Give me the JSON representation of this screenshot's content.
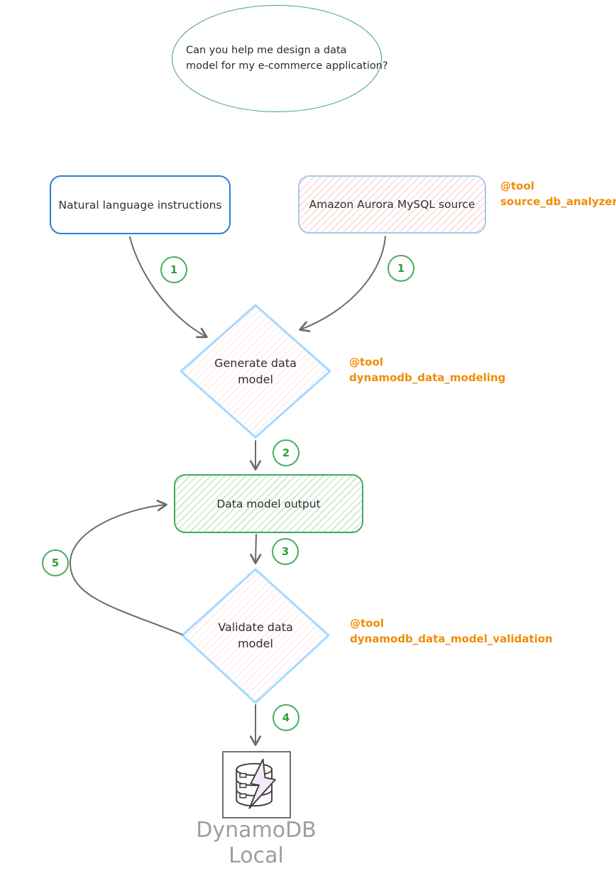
{
  "colors": {
    "green_stroke": "#3fa257",
    "blue_stroke": "#2f7fd0",
    "light_blue_stroke": "#a5d8ff",
    "pink_hatch": "#ffc9c9",
    "green_hatch": "#b2f2bb",
    "purple_hatch": "#e5c9f2",
    "orange_text": "#f08c00",
    "arrow_gray": "#6b6b6b",
    "dark_text": "#2f2f2f",
    "muted_gray_text": "#9e9e9e"
  },
  "bubble": {
    "text": "Can you help me design a data\nmodel for my e-commerce application?"
  },
  "nodes": {
    "natural_language": {
      "label": "Natural language instructions"
    },
    "aurora_source": {
      "label": "Amazon Aurora MySQL source"
    },
    "generate_model": {
      "label": "Generate data\nmodel"
    },
    "data_model_output": {
      "label": "Data model output"
    },
    "validate_model": {
      "label": "Validate data\nmodel"
    },
    "dynamodb_local": {
      "label": "DynamoDB\nLocal",
      "icon": "dynamodb-database-lightning-icon"
    }
  },
  "tools": {
    "source_db_analyzer": {
      "text": "@tool\nsource_db_analyzer"
    },
    "dynamodb_data_modeling": {
      "text": "@tool\ndynamodb_data_modeling"
    },
    "dynamodb_data_model_validation": {
      "text": "@tool\ndynamodb_data_model_validation"
    }
  },
  "badges": {
    "step1_left": "1",
    "step1_right": "1",
    "step2": "2",
    "step3": "3",
    "step4": "4",
    "step5": "5"
  }
}
